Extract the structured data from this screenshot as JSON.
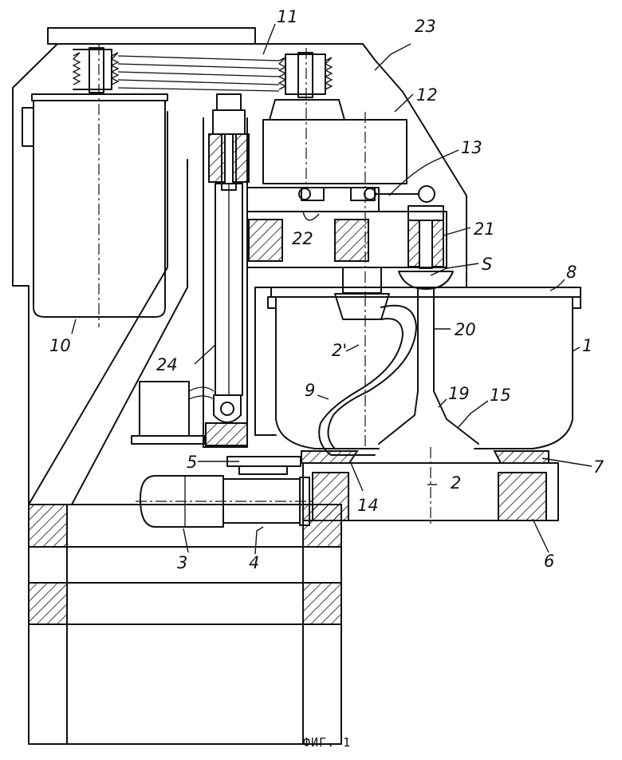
{
  "caption": "ФИГ. 1",
  "labels": {
    "l1": "1",
    "l2": "2",
    "l2p": "2'",
    "l3": "3",
    "l4": "4",
    "l5": "5",
    "l6": "6",
    "l7": "7",
    "l8": "8",
    "l9": "9",
    "l10": "10",
    "l11": "11",
    "l12": "12",
    "l13": "13",
    "l14": "14",
    "l15": "15",
    "l19": "19",
    "l20": "20",
    "l21": "21",
    "l22": "22",
    "l23": "23",
    "l24": "24",
    "lS": "S"
  }
}
